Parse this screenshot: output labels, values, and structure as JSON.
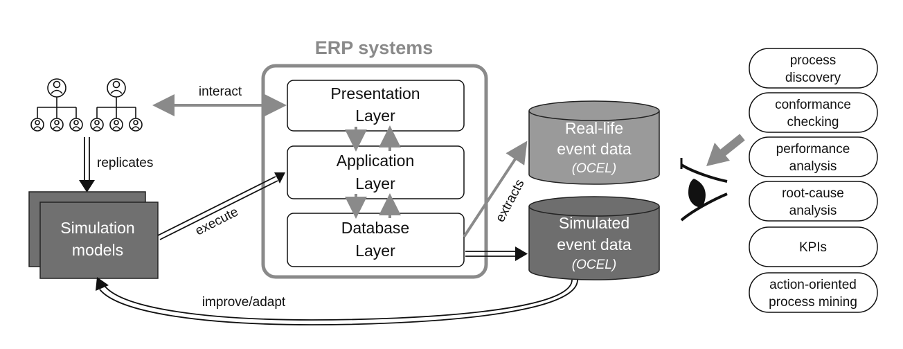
{
  "erp": {
    "title": "ERP systems",
    "layers": [
      {
        "line1": "Presentation",
        "line2": "Layer"
      },
      {
        "line1": "Application",
        "line2": "Layer"
      },
      {
        "line1": "Database",
        "line2": "Layer"
      }
    ]
  },
  "labels": {
    "interact": "interact",
    "replicates": "replicates",
    "execute": "execute",
    "extracts": "extracts",
    "improve": "improve/adapt"
  },
  "simulation": {
    "line1": "Simulation",
    "line2": "models"
  },
  "real_data": {
    "line1": "Real-life",
    "line2": "event data",
    "line3": "(OCEL)"
  },
  "sim_data": {
    "line1": "Simulated",
    "line2": "event data",
    "line3": "(OCEL)"
  },
  "techniques": [
    {
      "line1": "process",
      "line2": "discovery"
    },
    {
      "line1": "conformance",
      "line2": "checking"
    },
    {
      "line1": "performance",
      "line2": "analysis"
    },
    {
      "line1": "root-cause",
      "line2": "analysis"
    },
    {
      "line1": "KPIs",
      "line2": ""
    },
    {
      "line1": "action-oriented",
      "line2": "process mining"
    }
  ],
  "colors": {
    "gray": "#8a8a8a",
    "dark": "#666666",
    "light_cyl": "#9a9a9a",
    "dark_cyl": "#6e6e6e",
    "sim_box": "#707070"
  }
}
